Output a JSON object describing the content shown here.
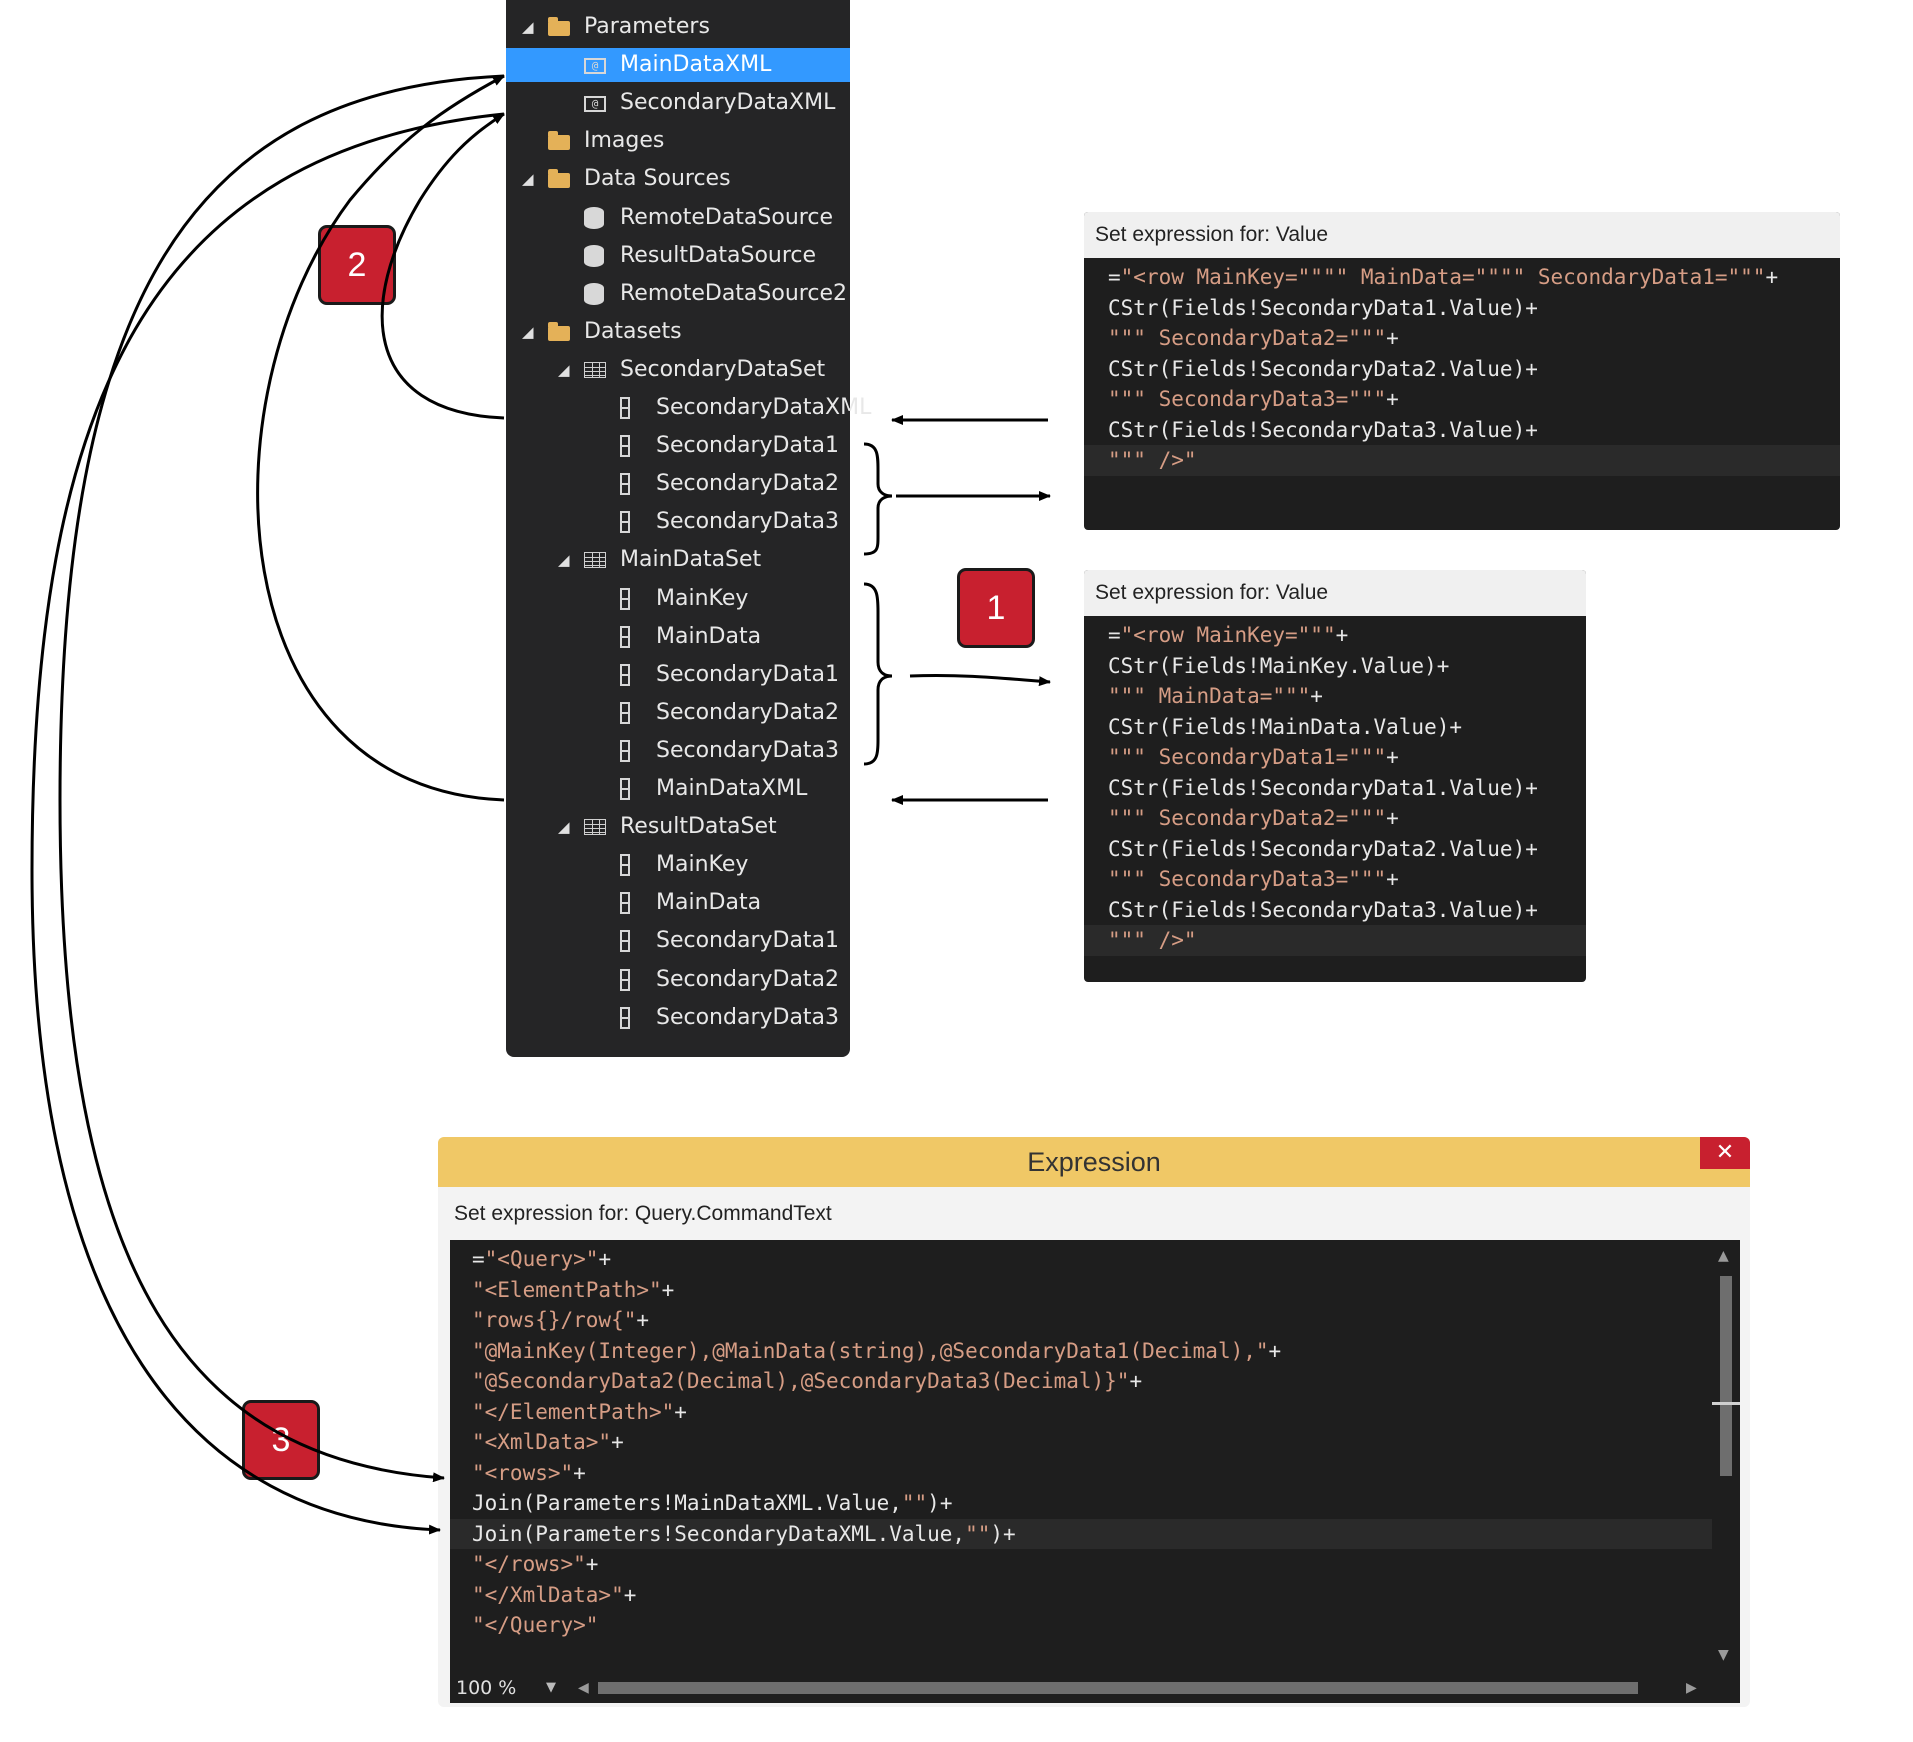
{
  "tree": {
    "items": [
      {
        "label": "Parameters",
        "kind": "folder",
        "level": 0,
        "expanded": true
      },
      {
        "label": "MainDataXML",
        "kind": "param",
        "level": 1,
        "selected": true
      },
      {
        "label": "SecondaryDataXML",
        "kind": "param",
        "level": 1
      },
      {
        "label": "Images",
        "kind": "folder",
        "level": 0
      },
      {
        "label": "Data Sources",
        "kind": "folder",
        "level": 0,
        "expanded": true
      },
      {
        "label": "RemoteDataSource",
        "kind": "db",
        "level": 1
      },
      {
        "label": "ResultDataSource",
        "kind": "db",
        "level": 1
      },
      {
        "label": "RemoteDataSource2",
        "kind": "db",
        "level": 1
      },
      {
        "label": "Datasets",
        "kind": "folder",
        "level": 0,
        "expanded": true
      },
      {
        "label": "SecondaryDataSet",
        "kind": "table",
        "level": 1,
        "expanded": true
      },
      {
        "label": "SecondaryDataXML",
        "kind": "field",
        "level": 2
      },
      {
        "label": "SecondaryData1",
        "kind": "field",
        "level": 2
      },
      {
        "label": "SecondaryData2",
        "kind": "field",
        "level": 2
      },
      {
        "label": "SecondaryData3",
        "kind": "field",
        "level": 2
      },
      {
        "label": "MainDataSet",
        "kind": "table",
        "level": 1,
        "expanded": true
      },
      {
        "label": "MainKey",
        "kind": "field",
        "level": 2
      },
      {
        "label": "MainData",
        "kind": "field",
        "level": 2
      },
      {
        "label": "SecondaryData1",
        "kind": "field",
        "level": 2
      },
      {
        "label": "SecondaryData2",
        "kind": "field",
        "level": 2
      },
      {
        "label": "SecondaryData3",
        "kind": "field",
        "level": 2
      },
      {
        "label": "MainDataXML",
        "kind": "field",
        "level": 2
      },
      {
        "label": "ResultDataSet",
        "kind": "table",
        "level": 1,
        "expanded": true
      },
      {
        "label": "MainKey",
        "kind": "field",
        "level": 2
      },
      {
        "label": "MainData",
        "kind": "field",
        "level": 2
      },
      {
        "label": "SecondaryData1",
        "kind": "field",
        "level": 2
      },
      {
        "label": "SecondaryData2",
        "kind": "field",
        "level": 2
      },
      {
        "label": "SecondaryData3",
        "kind": "field",
        "level": 2
      }
    ]
  },
  "snippet_secondary": {
    "title": "Set expression for: Value",
    "lines": [
      "=\"<row MainKey=\"\"\"\" MainData=\"\"\"\" SecondaryData1=\"\"\"+",
      "CStr(Fields!SecondaryData1.Value)+",
      "\"\"\" SecondaryData2=\"\"\"+",
      "CStr(Fields!SecondaryData2.Value)+",
      "\"\"\" SecondaryData3=\"\"\"+",
      "CStr(Fields!SecondaryData3.Value)+",
      "\"\"\" />\""
    ]
  },
  "snippet_main": {
    "title": "Set expression for: Value",
    "lines": [
      "=\"<row MainKey=\"\"\"+",
      "CStr(Fields!MainKey.Value)+",
      "\"\"\" MainData=\"\"\"+",
      "CStr(Fields!MainData.Value)+",
      "\"\"\" SecondaryData1=\"\"\"+",
      "CStr(Fields!SecondaryData1.Value)+",
      "\"\"\" SecondaryData2=\"\"\"+",
      "CStr(Fields!SecondaryData2.Value)+",
      "\"\"\" SecondaryData3=\"\"\"+",
      "CStr(Fields!SecondaryData3.Value)+",
      "\"\"\" />\""
    ]
  },
  "badges": [
    "1",
    "2",
    "3"
  ],
  "dialog": {
    "title": "Expression",
    "close_label": "✕",
    "expression_label": "Set expression for: Query.CommandText",
    "lines": [
      "=\"<Query>\"+",
      "\"<ElementPath>\"+",
      "\"rows{}/row{\"+",
      "\"@MainKey(Integer),@MainData(string),@SecondaryData1(Decimal),\"+",
      "\"@SecondaryData2(Decimal),@SecondaryData3(Decimal)}\"+",
      "\"</ElementPath>\"+",
      "\"<XmlData>\"+",
      "\"<rows>\"+",
      "Join(Parameters!MainDataXML.Value,\"\")+",
      "Join(Parameters!SecondaryDataXML.Value,\"\")+",
      "\"</rows>\"+",
      "\"</XmlData>\"+",
      "\"</Query>\""
    ],
    "zoom": "100 %"
  },
  "colors": {
    "tree_bg": "#252526",
    "selection": "#3399ff",
    "code_bg": "#1e1e1e",
    "string": "#d69d85",
    "badge": "#c8202f",
    "dialog_title": "#f0c866"
  }
}
